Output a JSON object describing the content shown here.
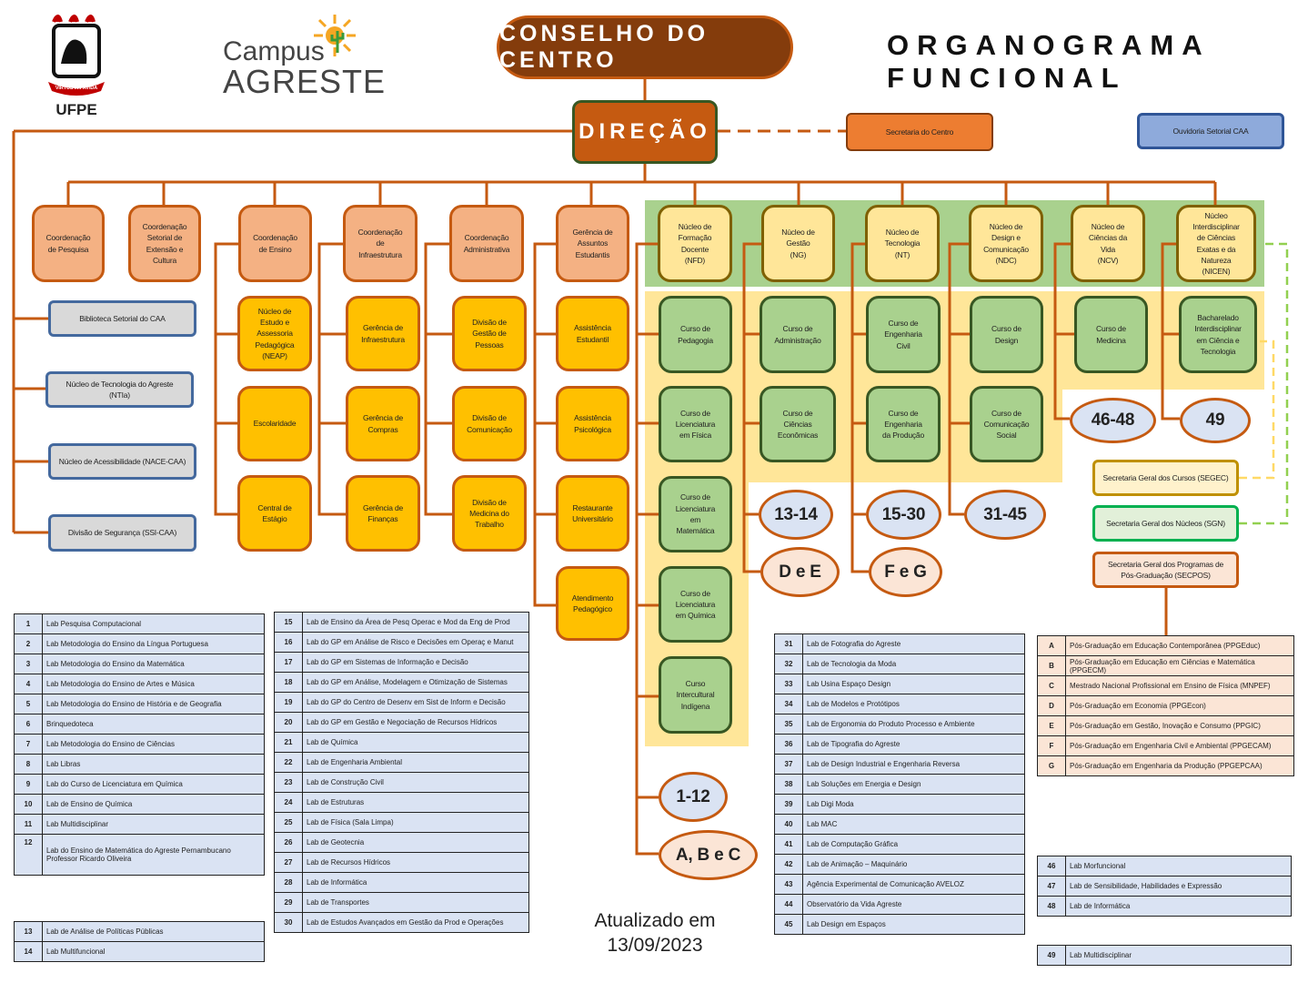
{
  "header": {
    "ufpe_logo_text": "UFPE",
    "ufpe_motto": "VIRTUS IMPAVIDA",
    "campus_line1": "Campus",
    "campus_line2": "AGRESTE",
    "conselho": "CONSELHO DO CENTRO",
    "title": "ORGANOGRAMA FUNCIONAL",
    "direcao": "DIREÇÃO"
  },
  "colors": {
    "accent": "#c55a11",
    "dark": "#843c0c",
    "green_band": "#a9d18e",
    "yellow_band": "#ffe699"
  },
  "nodes": {
    "sec_centro": "Secretaria do Centro",
    "ouvidoria": "Ouvidoria Setorial CAA",
    "coord_pesquisa": "Coordenação\nde Pesquisa",
    "coord_extensao": "Coordenação\nSetorial de\nExtensão e\nCultura",
    "coord_ensino": "Coordenação\nde Ensino",
    "coord_infra": "Coordenação\nde\nInfraestrutura",
    "coord_admin": "Coordenação\nAdministrativa",
    "ger_estudantis": "Gerência de\nAssuntos\nEstudantis",
    "nfd": "Núcleo de\nFormação\nDocente\n(NFD)",
    "ng": "Núcleo de\nGestão\n(NG)",
    "nt": "Núcleo de\nTecnologia\n(NT)",
    "ndc": "Núcleo de\nDesign e\nComunicação\n(NDC)",
    "ncv": "Núcleo de\nCiências da\nVida\n(NCV)",
    "nicen": "Núcleo\nInterdisciplinar\nde Ciências\nExatas e da\nNatureza\n(NICEN)",
    "biblioteca": "Biblioteca Setorial do CAA",
    "ntia": "Núcleo de Tecnologia do Agreste\n(NTIa)",
    "nace": "Núcleo de Acessibilidade (NACE-CAA)",
    "ssi": "Divisão de Segurança (SSI-CAA)",
    "neap": "Núcleo de\nEstudo e\nAssessoria\nPedagógica\n(NEAP)",
    "escolaridade": "Escolaridade",
    "estagio": "Central de\nEstágio",
    "ger_infra": "Gerência de\nInfraestrutura",
    "ger_compras": "Gerência de\nCompras",
    "ger_financas": "Gerência de\nFinanças",
    "div_pessoas": "Divisão de\nGestão de\nPessoas",
    "div_comunicacao": "Divisão de\nComunicação",
    "div_medicina": "Divisão de\nMedicina do\nTrabalho",
    "assist_estudantil": "Assistência\nEstudantil",
    "assist_psico": "Assistência\nPsicológica",
    "restaurante": "Restaurante\nUniversitário",
    "atend_pedag": "Atendimento\nPedagógico",
    "c_pedagogia": "Curso de\nPedagogia",
    "c_fisica": "Curso de\nLicenciatura\nem Física",
    "c_matematica": "Curso de\nLicenciatura\nem\nMatemática",
    "c_quimica": "Curso de\nLicenciatura\nem Química",
    "c_intercultural": "Curso\nIntercultural\nIndígena",
    "c_admin": "Curso de\nAdministração",
    "c_economicas": "Curso de\nCiências\nEconômicas",
    "c_civil": "Curso de\nEngenharia\nCivil",
    "c_producao": "Curso de\nEngenharia\nda Produção",
    "c_design": "Curso de\nDesign",
    "c_comunicacao": "Curso de\nComunicação\nSocial",
    "c_medicina": "Curso de\nMedicina",
    "c_bict": "Bacharelado\nInterdisciplinar\nem Ciência e\nTecnologia",
    "segec": "Secretaria Geral dos Cursos (SEGEC)",
    "sgn": "Secretaria Geral dos Núcleos (SGN)",
    "secpos": "Secretaria Geral dos Programas de\nPós-Graduação (SECPOS)",
    "o_46_48": "46-48",
    "o_49": "49",
    "o_13_14": "13-14",
    "o_15_30": "15-30",
    "o_31_45": "31-45",
    "o_de": "D e E",
    "o_fg": "F e G",
    "o_1_12": "1-12",
    "o_abc": "A, B e C"
  },
  "tables": {
    "t1": [
      [
        "1",
        "Lab Pesquisa Computacional"
      ],
      [
        "2",
        "Lab Metodologia do Ensino da Língua Portuguesa"
      ],
      [
        "3",
        "Lab Metodologia do Ensino da Matemática"
      ],
      [
        "4",
        "Lab Metodologia do Ensino de Artes e Música"
      ],
      [
        "5",
        "Lab Metodologia do Ensino de História e de Geografia"
      ],
      [
        "6",
        "Brinquedoteca"
      ],
      [
        "7",
        "Lab Metodologia do Ensino de Ciências"
      ],
      [
        "8",
        "Lab Libras"
      ],
      [
        "9",
        "Lab do Curso de Licenciatura em Química"
      ],
      [
        "10",
        "Lab de Ensino de Química"
      ],
      [
        "11",
        "Lab Multidisciplinar"
      ],
      [
        "12",
        "Lab do Ensino de Matemática do Agreste Pernambucano\nProfessor Ricardo Oliveira"
      ]
    ],
    "t2": [
      [
        "13",
        "Lab de Análise de Políticas Públicas"
      ],
      [
        "14",
        "Lab Multifuncional"
      ]
    ],
    "t3": [
      [
        "15",
        "Lab de Ensino da Área de Pesq Operac e Mod da Eng de Prod"
      ],
      [
        "16",
        "Lab do GP em Análise de Risco e Decisões em Operaç e Manut"
      ],
      [
        "17",
        "Lab do GP em Sistemas de Informação e Decisão"
      ],
      [
        "18",
        "Lab do GP em Análise, Modelagem e Otimização de Sistemas"
      ],
      [
        "19",
        "Lab do GP do Centro de Desenv em Sist de Inform e Decisão"
      ],
      [
        "20",
        "Lab do GP em Gestão e Negociação de Recursos Hídricos"
      ],
      [
        "21",
        "Lab de Química"
      ],
      [
        "22",
        "Lab de Engenharia Ambiental"
      ],
      [
        "23",
        "Lab de Construção Civil"
      ],
      [
        "24",
        "Lab de Estruturas"
      ],
      [
        "25",
        "Lab de Física (Sala Limpa)"
      ],
      [
        "26",
        "Lab de Geotecnia"
      ],
      [
        "27",
        "Lab de Recursos Hídricos"
      ],
      [
        "28",
        "Lab de Informática"
      ],
      [
        "29",
        "Lab de Transportes"
      ],
      [
        "30",
        "Lab de Estudos Avançados em Gestão da Prod e Operações"
      ]
    ],
    "t4": [
      [
        "31",
        "Lab de Fotografia do Agreste"
      ],
      [
        "32",
        "Lab de Tecnologia da Moda"
      ],
      [
        "33",
        "Lab Usina Espaço Design"
      ],
      [
        "34",
        "Lab de Modelos e Protótipos"
      ],
      [
        "35",
        "Lab de Ergonomia do Produto Processo e Ambiente"
      ],
      [
        "36",
        "Lab de Tipografia do Agreste"
      ],
      [
        "37",
        "Lab de Design Industrial e Engenharia Reversa"
      ],
      [
        "38",
        "Lab Soluções em Energia e Design"
      ],
      [
        "39",
        "Lab Digi Moda"
      ],
      [
        "40",
        "Lab MAC"
      ],
      [
        "41",
        "Lab de Computação Gráfica"
      ],
      [
        "42",
        "Lab de Animação – Maquinário"
      ],
      [
        "43",
        "Agência Experimental de Comunicação AVELOZ"
      ],
      [
        "44",
        "Observatório da Vida Agreste"
      ],
      [
        "45",
        "Lab Design em Espaços"
      ]
    ],
    "t5": [
      [
        "A",
        "Pós-Graduação em Educação Contemporânea (PPGEduc)"
      ],
      [
        "B",
        "Pós-Graduação em Educação em Ciências e Matemática (PPGECM)"
      ],
      [
        "C",
        "Mestrado Nacional Profissional em Ensino de Física (MNPEF)"
      ],
      [
        "D",
        "Pós-Graduação em Economia (PPGEcon)"
      ],
      [
        "E",
        "Pós-Graduação em Gestão, Inovação e Consumo (PPGIC)"
      ],
      [
        "F",
        "Pós-Graduação em Engenharia Civil e Ambiental (PPGECAM)"
      ],
      [
        "G",
        "Pós-Graduação em Engenharia da Produção (PPGEPCAA)"
      ]
    ],
    "t6": [
      [
        "46",
        "Lab Morfuncional"
      ],
      [
        "47",
        "Lab de Sensibilidade, Habilidades e Expressão"
      ],
      [
        "48",
        "Lab de Informática"
      ]
    ],
    "t7": [
      [
        "49",
        "Lab Multidisciplinar"
      ]
    ]
  },
  "footer": {
    "updated_label": "Atualizado em",
    "updated_date": "13/09/2023"
  }
}
